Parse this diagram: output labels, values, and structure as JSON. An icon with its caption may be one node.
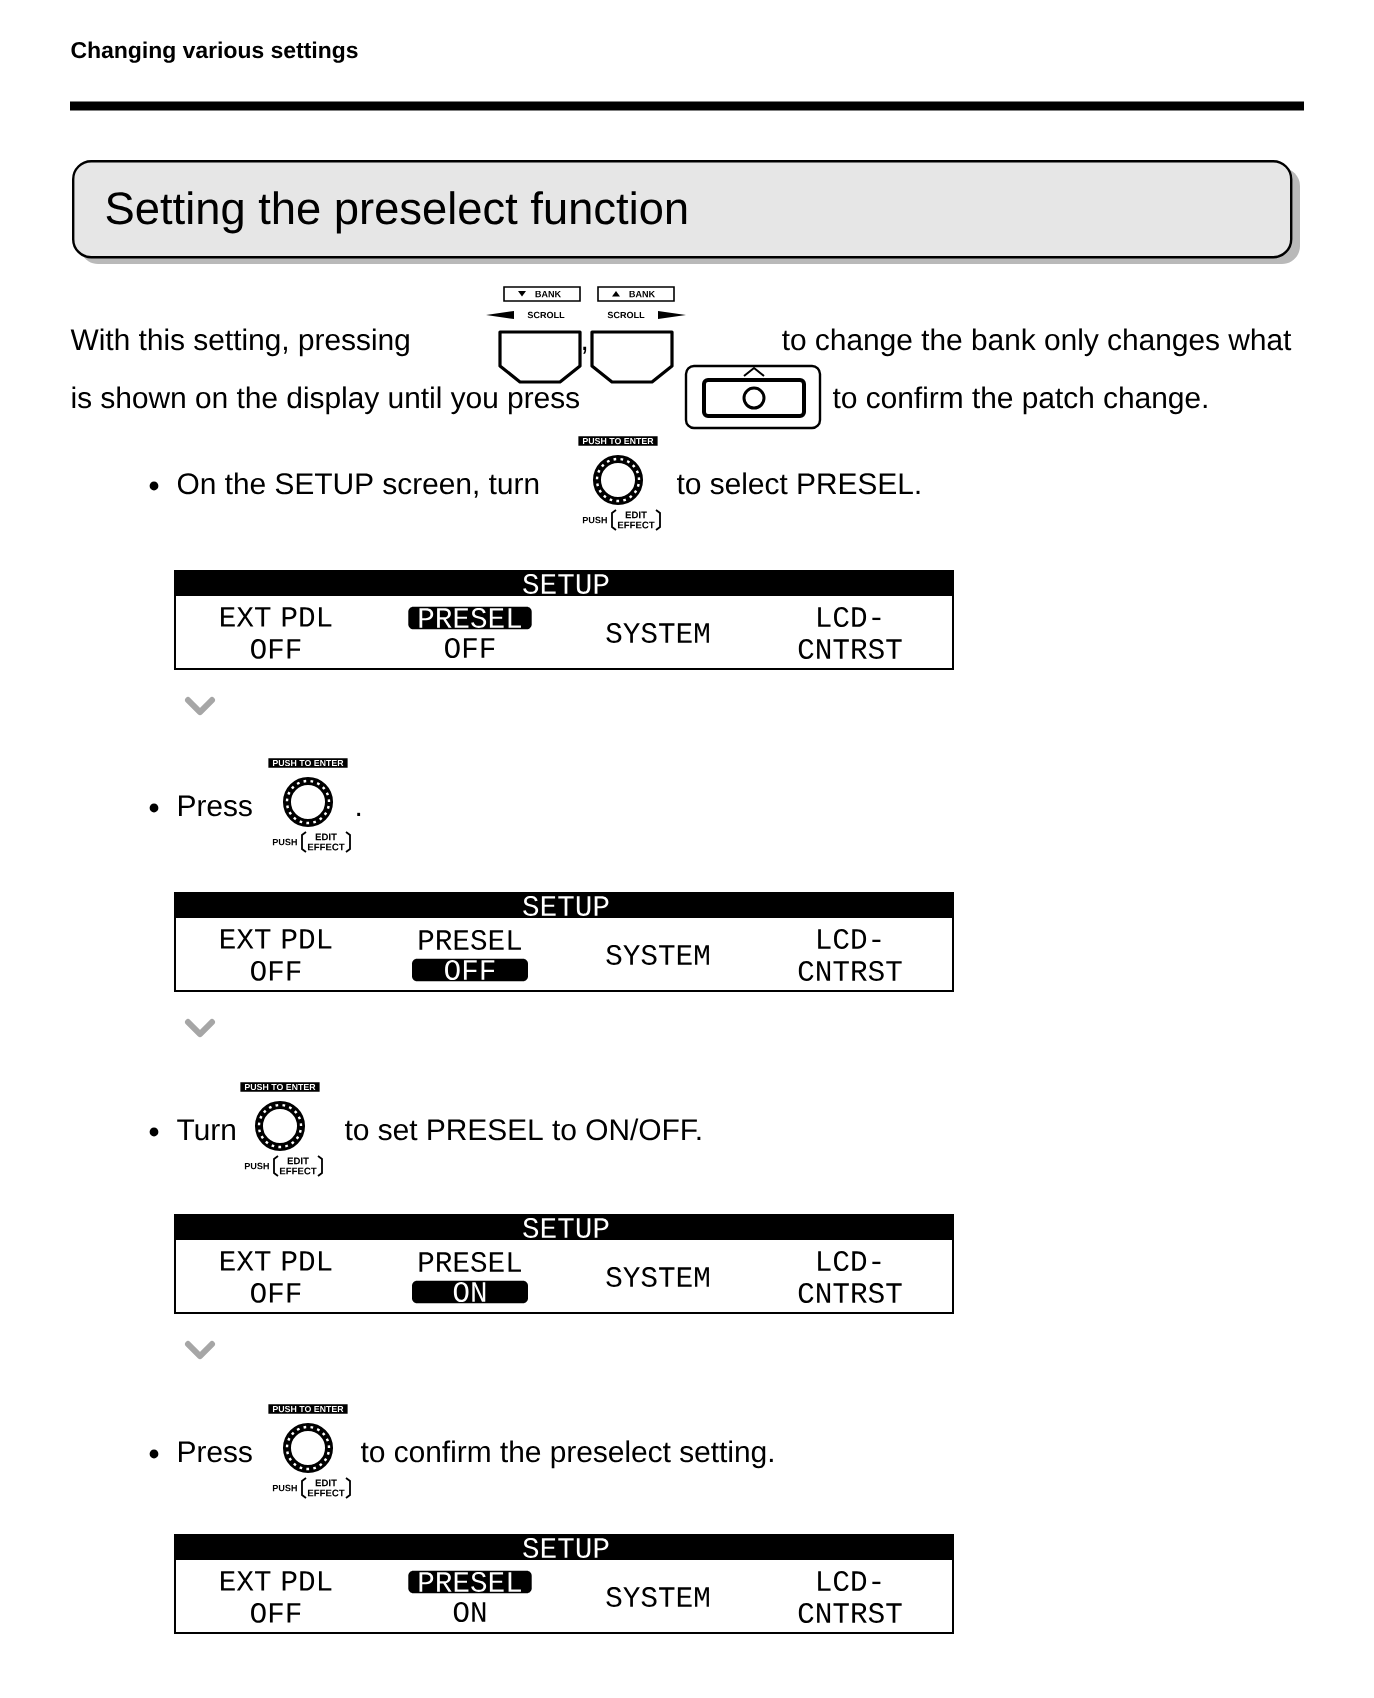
{
  "diagram": {
    "title": "Changing various settings",
    "nodes": [
      {
        "text": [
          "Setting the preselect function"
        ]
      },
      {
        "text": [
          "SETUP",
          "EXT PDL OFF",
          "PRESEL",
          "OFF",
          "SYSTEM",
          "LCD- CNTRST"
        ]
      },
      {
        "text": [
          "SETUP",
          "EXT PDL OFF",
          "PRESEL",
          "OFF",
          "SYSTEM",
          "LCD- CNTRST"
        ]
      },
      {
        "text": [
          "SETUP",
          "EXT PDL OFF",
          "PRESEL",
          "ON",
          "SYSTEM",
          "LCD- CNTRST"
        ]
      },
      {
        "text": [
          "SETUP",
          "EXT PDL OFF",
          "PRESEL",
          "ON",
          "SYSTEM",
          "LCD- CNTRST"
        ]
      }
    ],
    "labels": [
      "BANK",
      "BANK",
      "SCROLL",
      "SCROLL",
      "With this setting, pressing",
      ",",
      "to change the bank only changes what",
      "is shown on the display until you press",
      "to confirm the patch change.",
      "PUSH TO ENTER",
      "On the SETUP screen, turn",
      "PUSH",
      "EDIT EFFECT",
      "to select PRESEL.",
      "PUSH TO ENTER",
      "Press",
      "PUSH",
      "EDIT EFFECT",
      ".",
      "PUSH TO ENTER",
      "Turn",
      "PUSH",
      "EDIT EFFECT",
      "to set PRESEL to ON/OFF.",
      "PUSH TO ENTER",
      "Press",
      "PUSH",
      "EDIT EFFECT",
      "to confirm the preselect setting."
    ]
  }
}
